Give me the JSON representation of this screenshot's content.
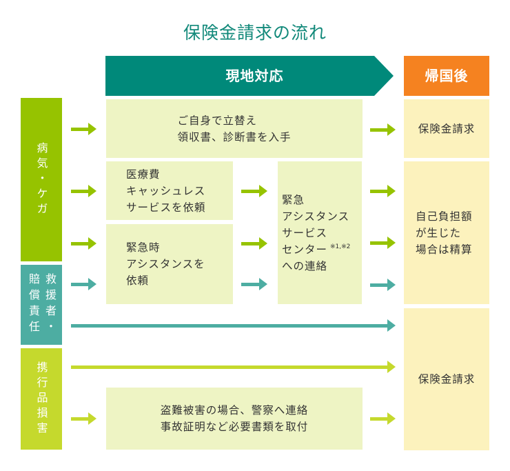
{
  "title": "保険金請求の流れ",
  "header": {
    "on_site": "現地対応",
    "after_return": "帰国後"
  },
  "categories": {
    "illness": {
      "lines": [
        "病気・ケガ"
      ]
    },
    "rescue": {
      "lines": [
        "救援者・",
        "賠償責任"
      ]
    },
    "baggage": {
      "lines": [
        "携行品損害"
      ]
    }
  },
  "steps": {
    "self_pay": {
      "lines": [
        "ご自身で立替え",
        "領収書、診断書を入手"
      ]
    },
    "cashless": {
      "lines": [
        "医療費",
        "キャッシュレス",
        "サービスを依頼"
      ]
    },
    "emergency_assist": {
      "lines": [
        "緊急時",
        "アシスタンスを",
        "依頼"
      ]
    },
    "assist_center": {
      "lines": [
        "緊急",
        "アシスタンス",
        "サービス",
        "センター",
        "への連絡"
      ],
      "note": "※1,※2"
    },
    "theft": {
      "lines": [
        "盗難被害の場合、警察へ連絡",
        "事故証明など必要書類を取付"
      ]
    }
  },
  "outcomes": {
    "claim_illness": {
      "lines": [
        "保険金請求"
      ]
    },
    "settlement": {
      "lines": [
        "自己負担額",
        "が生じた",
        "場合は精算"
      ]
    },
    "claim_other": {
      "lines": [
        "保険金請求"
      ]
    }
  },
  "colors": {
    "title": "#12897a",
    "on_site_banner": "#00897a",
    "after_return_banner": "#f58220",
    "illness": "#96c300",
    "rescue": "#4dada2",
    "baggage": "#c5d92d",
    "step_box": "#eef4c4",
    "outcome_box": "#fcf2bd"
  }
}
